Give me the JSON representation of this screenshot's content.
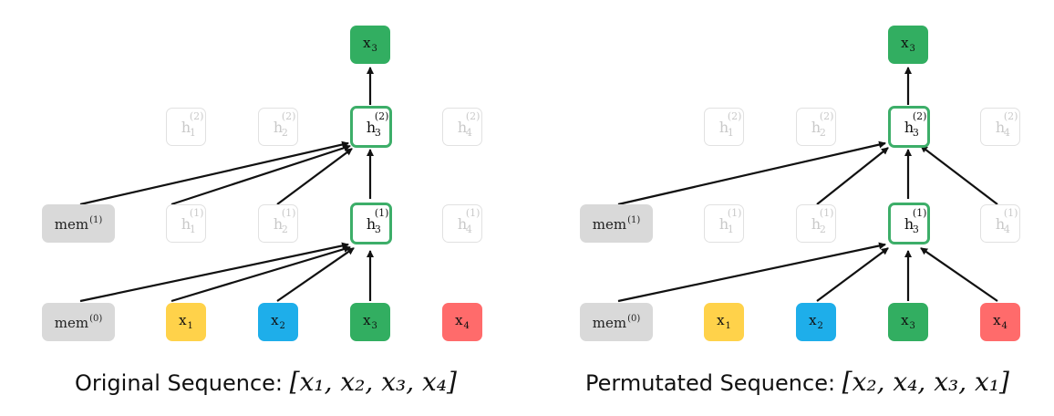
{
  "panels": [
    {
      "id": "left",
      "caption_text": "Original Sequence: ",
      "caption_math": "[x₁, x₂, x₃, x₄]",
      "output": {
        "base": "x",
        "sub": "3"
      },
      "mem1": {
        "base": "mem",
        "sup": "(1)"
      },
      "mem0": {
        "base": "mem",
        "sup": "(0)"
      },
      "layer2": [
        {
          "base": "h",
          "sup": "(2)",
          "sub": "1"
        },
        {
          "base": "h",
          "sup": "(2)",
          "sub": "2"
        },
        {
          "base": "h",
          "sup": "(2)",
          "sub": "3"
        },
        {
          "base": "h",
          "sup": "(2)",
          "sub": "4"
        }
      ],
      "layer1": [
        {
          "base": "h",
          "sup": "(1)",
          "sub": "1"
        },
        {
          "base": "h",
          "sup": "(1)",
          "sub": "2"
        },
        {
          "base": "h",
          "sup": "(1)",
          "sub": "3"
        },
        {
          "base": "h",
          "sup": "(1)",
          "sub": "4"
        }
      ],
      "inputs": [
        {
          "base": "x",
          "sub": "1"
        },
        {
          "base": "x",
          "sub": "2"
        },
        {
          "base": "x",
          "sub": "3"
        },
        {
          "base": "x",
          "sub": "4"
        }
      ]
    },
    {
      "id": "right",
      "caption_text": "Permutated Sequence: ",
      "caption_math": "[x₂, x₄, x₃, x₁]",
      "output": {
        "base": "x",
        "sub": "3"
      },
      "mem1": {
        "base": "mem",
        "sup": "(1)"
      },
      "mem0": {
        "base": "mem",
        "sup": "(0)"
      },
      "layer2": [
        {
          "base": "h",
          "sup": "(2)",
          "sub": "1"
        },
        {
          "base": "h",
          "sup": "(2)",
          "sub": "2"
        },
        {
          "base": "h",
          "sup": "(2)",
          "sub": "3"
        },
        {
          "base": "h",
          "sup": "(2)",
          "sub": "4"
        }
      ],
      "layer1": [
        {
          "base": "h",
          "sup": "(1)",
          "sub": "1"
        },
        {
          "base": "h",
          "sup": "(1)",
          "sub": "2"
        },
        {
          "base": "h",
          "sup": "(1)",
          "sub": "3"
        },
        {
          "base": "h",
          "sup": "(1)",
          "sub": "4"
        }
      ],
      "inputs": [
        {
          "base": "x",
          "sub": "1"
        },
        {
          "base": "x",
          "sub": "2"
        },
        {
          "base": "x",
          "sub": "3"
        },
        {
          "base": "x",
          "sub": "4"
        }
      ]
    }
  ],
  "colors": {
    "x1": "#ffd24a",
    "x2": "#1eaeea",
    "x3": "#32ae61",
    "x4": "#ff6b6b",
    "mem": "#d9d9d9",
    "active_border": "#3dae69",
    "ghost_border": "#e1e1e1",
    "edge": "#111111"
  }
}
